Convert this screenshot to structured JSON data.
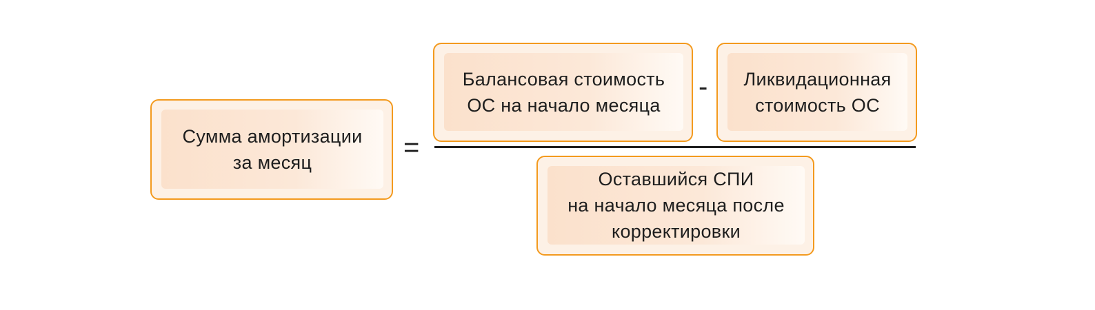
{
  "left": {
    "lines": [
      "Сумма амортизации",
      "за месяц"
    ]
  },
  "equals": "=",
  "numerator": {
    "term1": {
      "lines": [
        "Балансовая стоимость",
        "ОС на начало месяца"
      ]
    },
    "minus": "-",
    "term2": {
      "lines": [
        "Ликвидационная",
        "стоимость ОС"
      ]
    }
  },
  "denominator": {
    "lines": [
      "Оставшийся СПИ",
      "на начало месяца после",
      "корректировки"
    ]
  },
  "colors": {
    "border": "#f39a1e",
    "fill": "#fbe1cc"
  }
}
